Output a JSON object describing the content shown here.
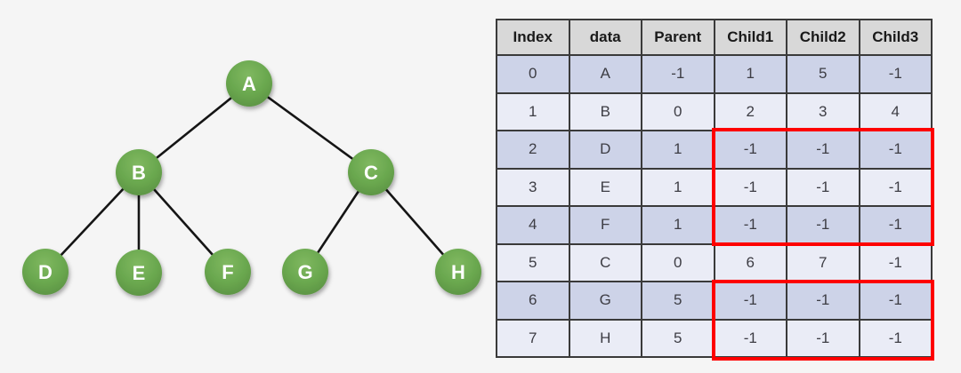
{
  "colors": {
    "background": "#f5f5f5",
    "node_green": "#6aa84f",
    "node_green_light": "#80b860",
    "node_green_dark": "#5b9143",
    "edge_black": "#151515",
    "table_border": "#3a3a3a",
    "header_bg": "#d8d8d8",
    "row_dark_bg": "#cdd3e8",
    "row_light_bg": "#eaecf6",
    "highlight_red": "#fe0000",
    "cell_text": "#3d3d44"
  },
  "tree": {
    "nodes": [
      {
        "label": "A"
      },
      {
        "label": "B"
      },
      {
        "label": "C"
      },
      {
        "label": "D"
      },
      {
        "label": "E"
      },
      {
        "label": "F"
      },
      {
        "label": "G"
      },
      {
        "label": "H"
      }
    ],
    "edges": [
      "A-B",
      "A-C",
      "B-D",
      "B-E",
      "B-F",
      "C-G",
      "C-H"
    ]
  },
  "table": {
    "headers": [
      "Index",
      "data",
      "Parent",
      "Child1",
      "Child2",
      "Child3"
    ],
    "rows": [
      [
        "0",
        "A",
        "-1",
        "1",
        "5",
        "-1"
      ],
      [
        "1",
        "B",
        "0",
        "2",
        "3",
        "4"
      ],
      [
        "2",
        "D",
        "1",
        "-1",
        "-1",
        "-1"
      ],
      [
        "3",
        "E",
        "1",
        "-1",
        "-1",
        "-1"
      ],
      [
        "4",
        "F",
        "1",
        "-1",
        "-1",
        "-1"
      ],
      [
        "5",
        "C",
        "0",
        "6",
        "7",
        "-1"
      ],
      [
        "6",
        "G",
        "5",
        "-1",
        "-1",
        "-1"
      ],
      [
        "7",
        "H",
        "5",
        "-1",
        "-1",
        "-1"
      ]
    ],
    "highlights": [
      {
        "rows": [
          2,
          3,
          4
        ],
        "columns": [
          "Child1",
          "Child2",
          "Child3"
        ]
      },
      {
        "rows": [
          6,
          7
        ],
        "columns": [
          "Child1",
          "Child2",
          "Child3"
        ]
      }
    ]
  }
}
